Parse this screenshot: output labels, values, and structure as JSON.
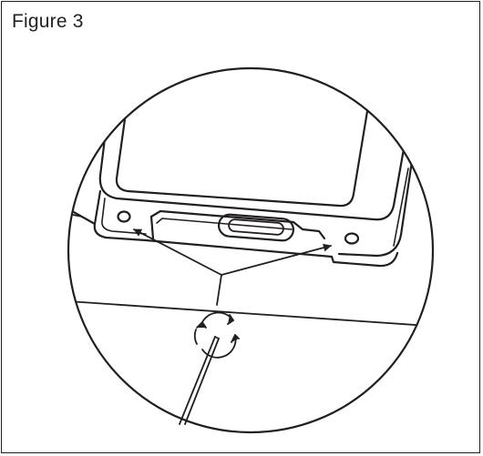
{
  "figure": {
    "caption": "Figure 3"
  },
  "colors": {
    "stroke": "#231f20",
    "background": "#ffffff"
  },
  "illustration": {
    "subject": "device-underside-with-screw-holes-and-usb-port",
    "arrow_count": 2,
    "tool": "screwdriver",
    "rotation": "counter-clockwise-rotation-arrows"
  }
}
